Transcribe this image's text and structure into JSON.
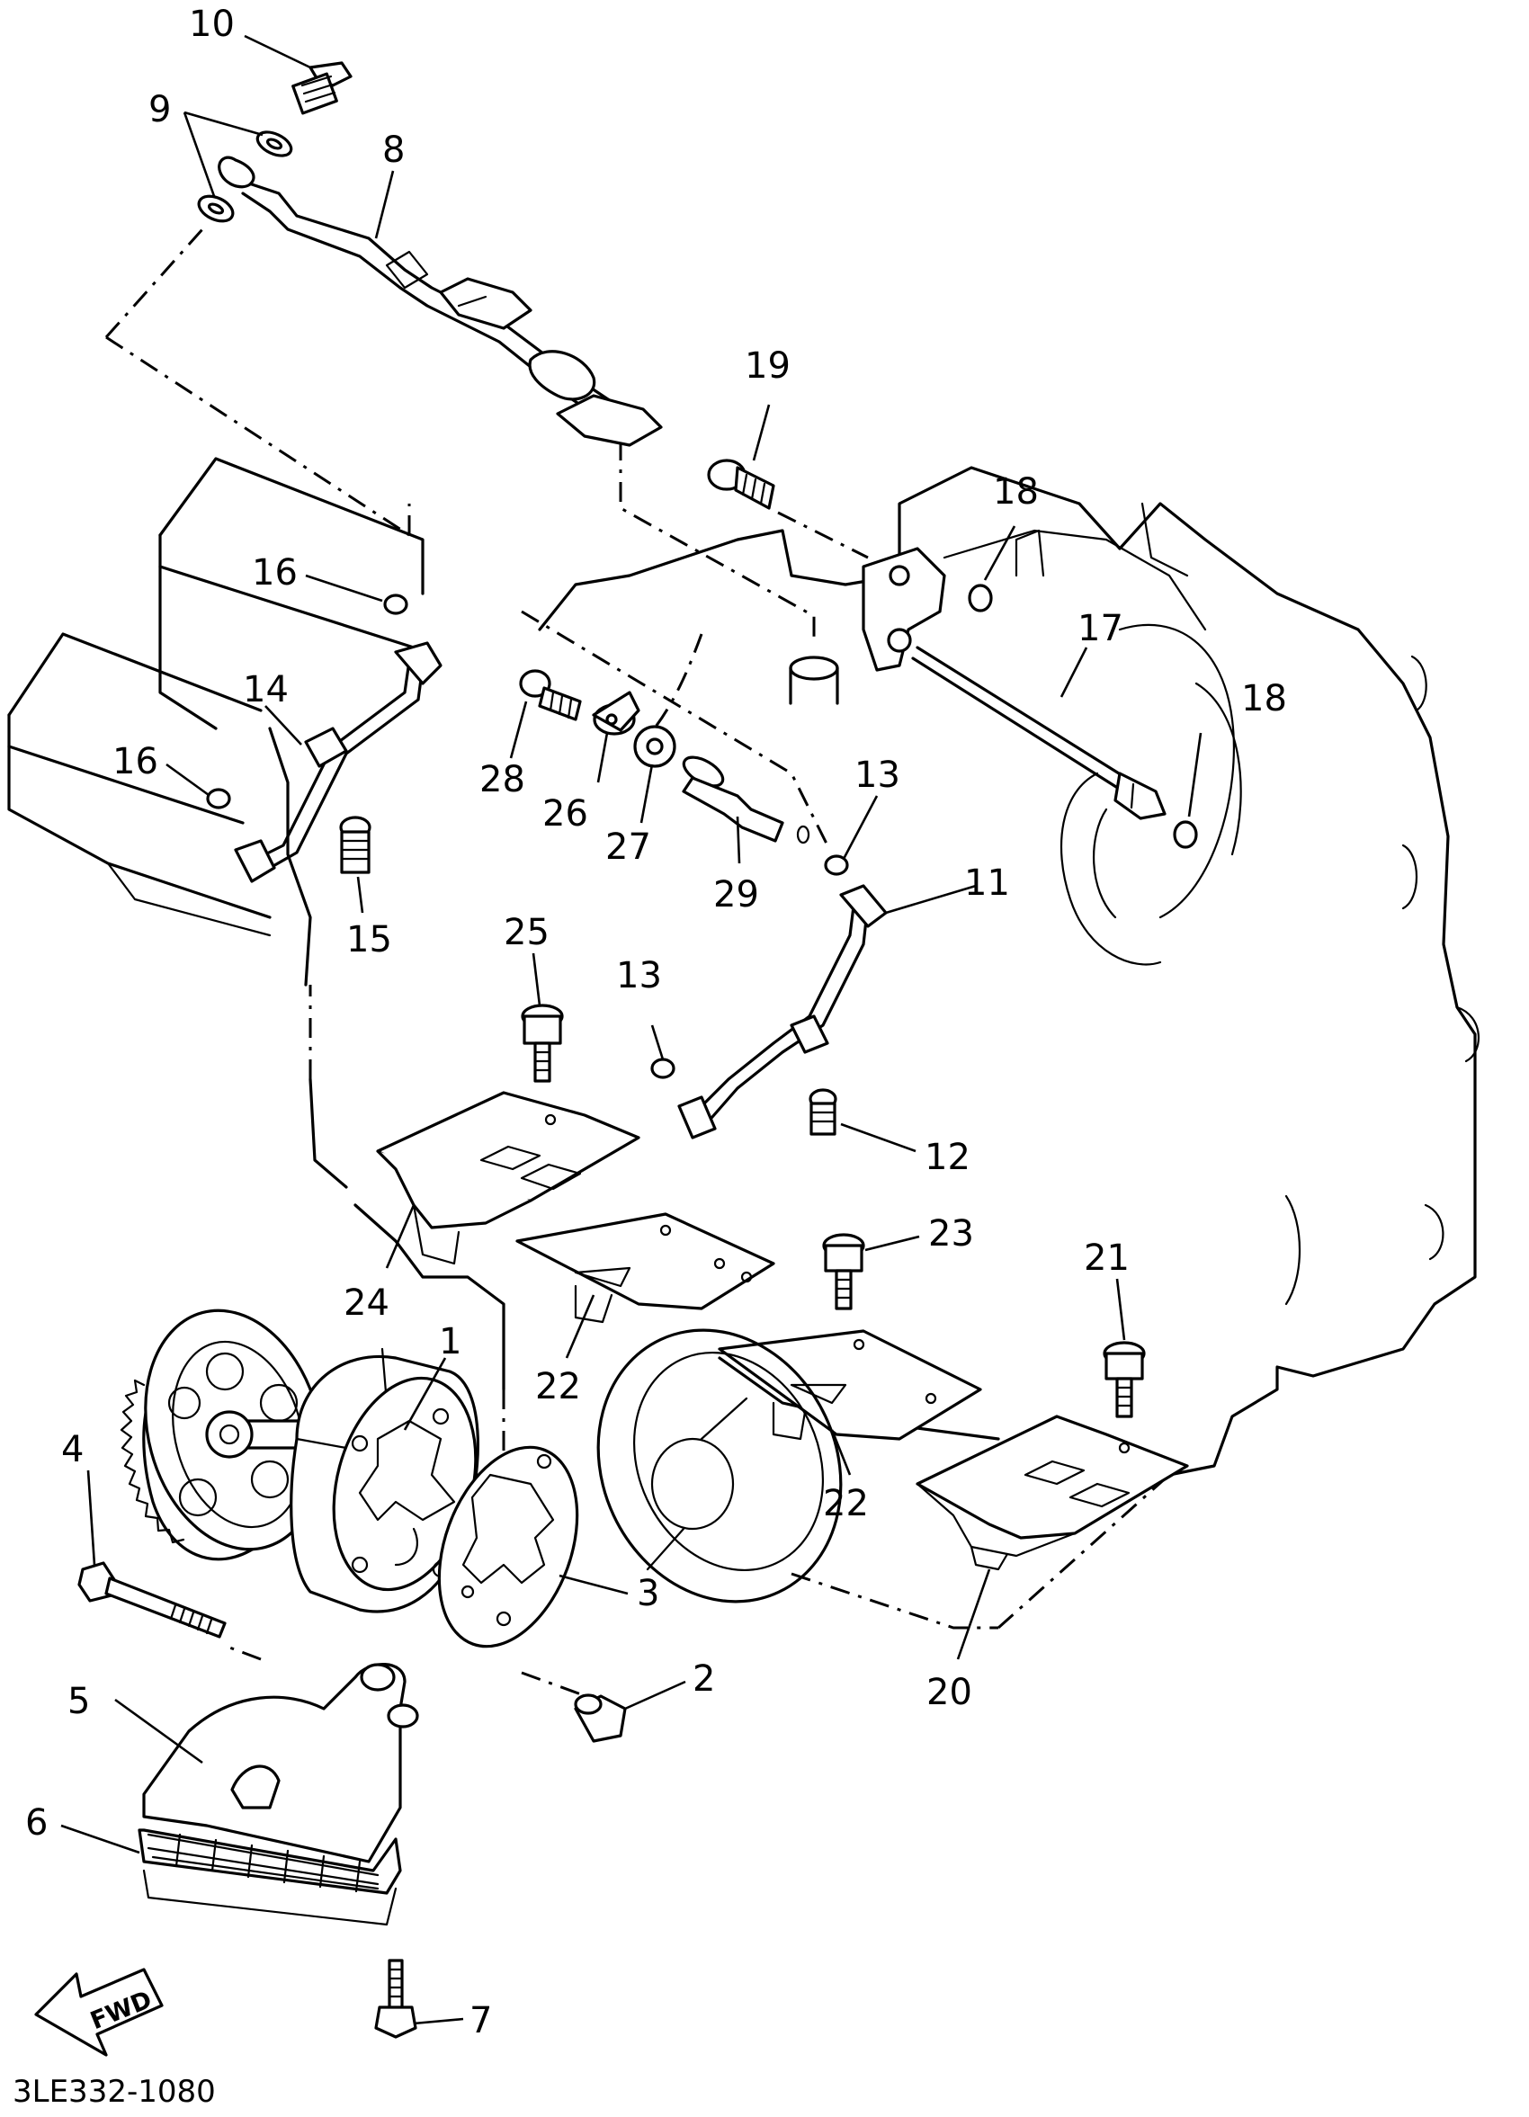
{
  "diagram": {
    "callouts": {
      "c1": "1",
      "c2": "2",
      "c3": "3",
      "c4": "4",
      "c5": "5",
      "c6": "6",
      "c7": "7",
      "c8": "8",
      "c9": "9",
      "c10": "10",
      "c11": "11",
      "c12": "12",
      "c13a": "13",
      "c13b": "13",
      "c14": "14",
      "c15": "15",
      "c16a": "16",
      "c16b": "16",
      "c17": "17",
      "c18a": "18",
      "c18b": "18",
      "c19": "19",
      "c20": "20",
      "c21": "21",
      "c22a": "22",
      "c22b": "22",
      "c23": "23",
      "c24": "24",
      "c25": "25",
      "c26": "26",
      "c27": "27",
      "c28": "28",
      "c29": "29"
    },
    "fwd_label": "FWD",
    "doc_code": "3LE332-1080"
  }
}
